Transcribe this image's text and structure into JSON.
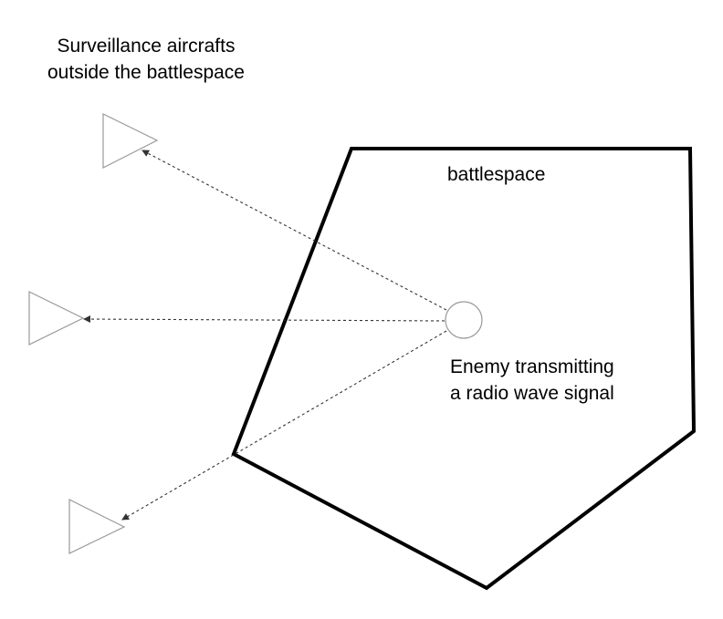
{
  "labels": {
    "aircraft_line1": "Surveillance aircrafts",
    "aircraft_line2": "outside the battlespace",
    "battlespace": "battlespace",
    "enemy_line1": "Enemy transmitting",
    "enemy_line2": "a radio wave signal"
  },
  "colors": {
    "boundary": "#000000",
    "aircraft_outline": "#999999",
    "emitter_outline": "#999999",
    "signal_line": "#333333",
    "text": "#000000",
    "background": "#ffffff"
  },
  "icons": {
    "aircraft": "triangle-outline",
    "emitter": "circle-outline",
    "signal": "dashed-arrow"
  }
}
